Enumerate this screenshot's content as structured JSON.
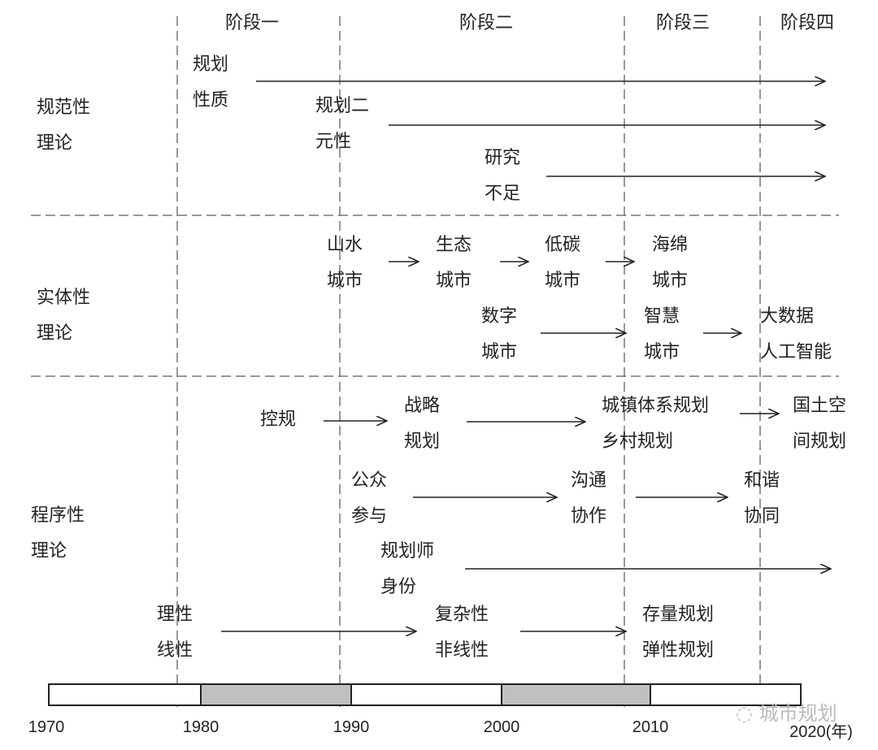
{
  "stages": [
    "阶段一",
    "阶段二",
    "阶段三",
    "阶段四"
  ],
  "categories": [
    {
      "lines": [
        "规范性",
        "理论"
      ]
    },
    {
      "lines": [
        "实体性",
        "理论"
      ]
    },
    {
      "lines": [
        "程序性",
        "理论"
      ]
    }
  ],
  "nodes": [
    {
      "lines": [
        "规划",
        "性质"
      ]
    },
    {
      "lines": [
        "规划二",
        "元性"
      ]
    },
    {
      "lines": [
        "研究",
        "不足"
      ]
    },
    {
      "lines": [
        "山水",
        "城市"
      ]
    },
    {
      "lines": [
        "生态",
        "城市"
      ]
    },
    {
      "lines": [
        "低碳",
        "城市"
      ]
    },
    {
      "lines": [
        "海绵",
        "城市"
      ]
    },
    {
      "lines": [
        "数字",
        "城市"
      ]
    },
    {
      "lines": [
        "智慧",
        "城市"
      ]
    },
    {
      "lines": [
        "大数据",
        "人工智能"
      ]
    },
    {
      "lines": [
        "控规"
      ]
    },
    {
      "lines": [
        "战略",
        "规划"
      ]
    },
    {
      "lines": [
        "城镇体系规划",
        "乡村规划"
      ]
    },
    {
      "lines": [
        "国土空",
        "间规划"
      ]
    },
    {
      "lines": [
        "公众",
        "参与"
      ]
    },
    {
      "lines": [
        "沟通",
        "协作"
      ]
    },
    {
      "lines": [
        "和谐",
        "协同"
      ]
    },
    {
      "lines": [
        "规划师",
        "身份"
      ]
    },
    {
      "lines": [
        "理性",
        "线性"
      ]
    },
    {
      "lines": [
        "复杂性",
        "非线性"
      ]
    },
    {
      "lines": [
        "存量规划",
        "弹性规划"
      ]
    }
  ],
  "timeline": {
    "years": [
      "1970",
      "1980",
      "1990",
      "2000",
      "2010",
      "2020(年)"
    ],
    "shaded_decades": [
      "1980-1990",
      "2000-2010"
    ],
    "shade_color": "#c0c0c0"
  },
  "watermark": "城市规划"
}
